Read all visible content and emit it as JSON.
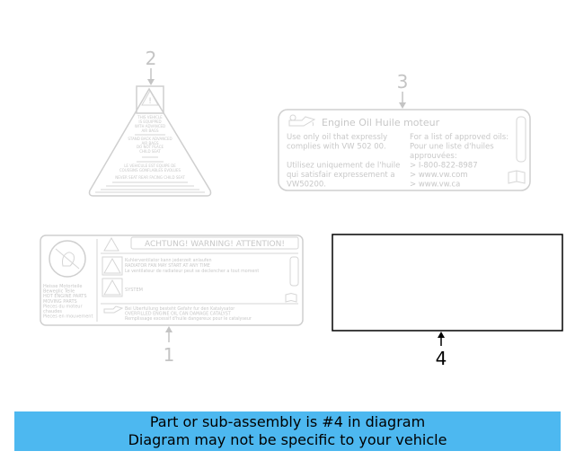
{
  "callouts": {
    "one": "1",
    "two": "2",
    "three": "3",
    "four": "4"
  },
  "label_oil": {
    "heading": "Engine Oil  Huile moteur",
    "left_lines": [
      "Use only oil that expressly",
      "complies with VW 502 00.",
      "",
      "Utilisez uniquement de l'huile",
      "qui satisfair expressement a",
      "VW50200."
    ],
    "right_lines": [
      "For a list of approved oils:",
      "Pour une liste d'huiles",
      "approuvées:",
      "> I-800-822-8987",
      "> www.vw.com",
      "> www.vw.ca"
    ]
  },
  "label_warning": {
    "banner": "ACHTUNG! WARNING! ATTENTION!",
    "left_lines": [
      "Heisse Motorteile",
      "Beweglic Teile",
      "HOT ENGINE PARTS",
      "MOVING PARTS",
      "Pieces du moteur",
      "chaudes",
      "Pieces en mouvement"
    ],
    "row1_lines": [
      "Kuhlerventilator kann jederzeit anlaufen",
      "RADIATOR FAN MAY START AT ANY TIME",
      "Le ventilateur de radiateur peut se declencher a tout moment"
    ],
    "row2_lines": [
      "SYSTEM"
    ],
    "row3_lines": [
      "Bei Uberfullung besteht Gefahr fur den Katalysator",
      "OVERFILLED ENGINE OIL CAN DAMAGE CATALYST",
      "Remplissage excessif d'huile dangereux pour le catalyseur"
    ]
  },
  "label_pyramid": {
    "lines": [
      "THIS VEHICLE",
      "IS EQUIPPED",
      "WITH ADVANCED",
      "AIR BAGS",
      "STAND BACK ADVANCED",
      "AIR BAGS",
      "DO NOT PLACE",
      "CHILD SEAT",
      "LE VEHICULE EST EQUIPE DE",
      "COUSSINS GONFLABLES EVOLUES",
      "NEVER SEAT REAR FACING CHILD SEAT"
    ]
  },
  "banner": {
    "line1": "Part or sub-assembly is #4 in diagram",
    "line2": "Diagram may not be specific to your vehicle"
  },
  "colors": {
    "banner_bg": "#4db8f0",
    "faint_line": "#cfcfcf",
    "highlight": "#000000"
  }
}
